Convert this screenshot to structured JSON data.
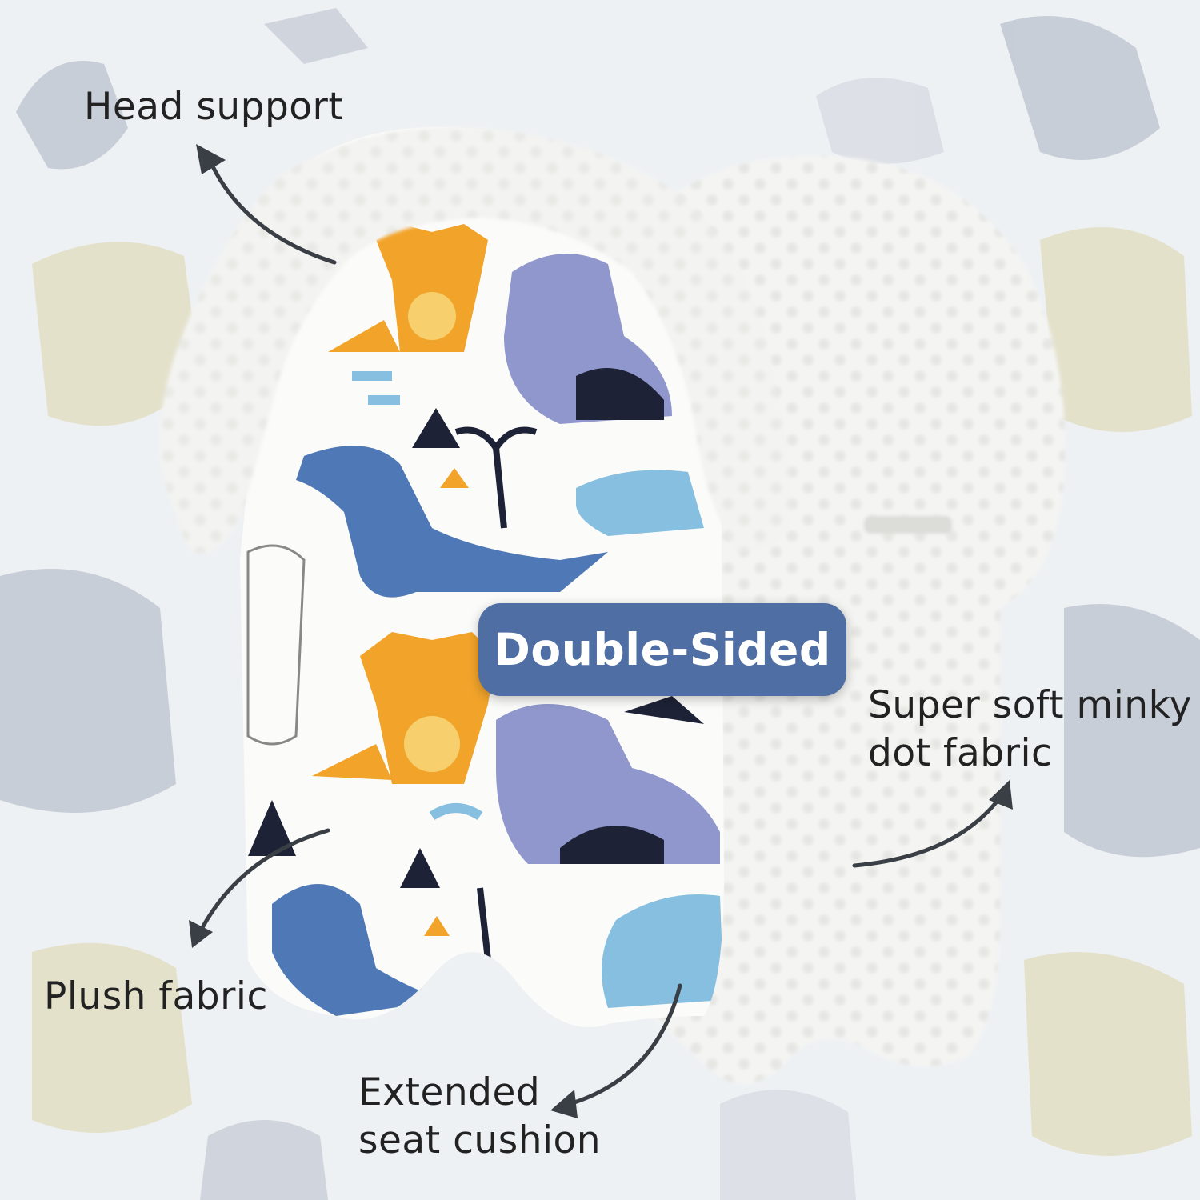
{
  "colors": {
    "background": "#eef1f4",
    "fabric_white": "#f4f4f2",
    "print_orange": "#f2a42a",
    "print_purple": "#8f97cc",
    "print_blue": "#4f79b6",
    "print_light_blue": "#86bfe0",
    "print_navy": "#1d2236",
    "badge_blue": "#4f6ea3",
    "arrow_gray": "#3a3f46"
  },
  "labels": {
    "head_support": "Head support",
    "minky_line1": "Super soft minky",
    "minky_line2": "dot fabric",
    "plush": "Plush fabric",
    "extended_line1": "Extended",
    "extended_line2": "seat cushion"
  },
  "badge": {
    "text": "Double-Sided"
  },
  "icons": [
    "curved-arrow-icon"
  ]
}
